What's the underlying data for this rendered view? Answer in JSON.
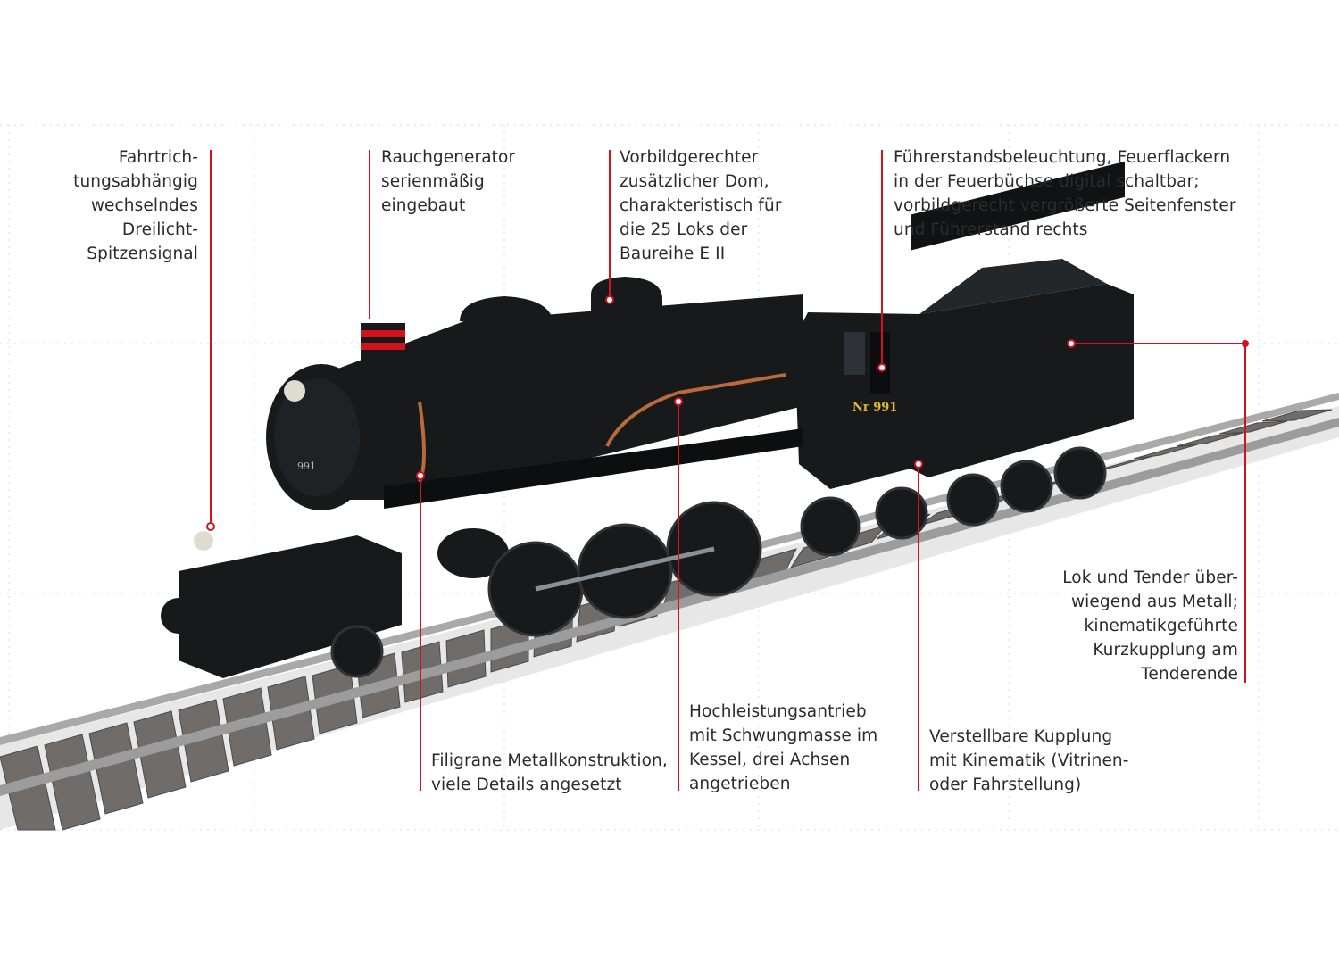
{
  "colors": {
    "callout_line": "#d3121f",
    "text": "#2b2b2b",
    "locomotive_body": "#17191b",
    "copper_piping": "#b86a3a",
    "sleepers": "#6f6c6a",
    "rails": "#a9a9a9",
    "grid": "#d9d9d9"
  },
  "callouts": [
    {
      "id": "signal",
      "icon": "callout-line",
      "lines": [
        "Fahrtrich-",
        "tungsabhängig",
        "wechselndes",
        "Dreilicht-",
        "Spitzensignal"
      ]
    },
    {
      "id": "smoke",
      "icon": "callout-line",
      "lines": [
        "Rauchgenerator",
        "serienmäßig",
        "eingebaut"
      ]
    },
    {
      "id": "dome",
      "icon": "callout-line",
      "lines": [
        "Vorbildgerechter",
        "zusätzlicher Dom,",
        "charakteristisch für",
        "die 25 Loks der",
        "Baureihe E II"
      ]
    },
    {
      "id": "cab",
      "icon": "callout-line",
      "lines": [
        "Führerstandsbeleuchtung, Feuerflackern",
        "in der Feuerbüchse digital schaltbar;",
        "vorbildgerecht vergrößerte Seitenfenster",
        "und Führerstand rechts"
      ]
    },
    {
      "id": "metal",
      "icon": "callout-line",
      "lines": [
        "Lok und Tender über-",
        "wiegend aus Metall;",
        "kinematikgeführte",
        "Kurzkupplung am",
        "Tenderende"
      ]
    },
    {
      "id": "filigree",
      "icon": "callout-line",
      "lines": [
        "Filigrane Metallkonstruktion,",
        "viele Details angesetzt"
      ]
    },
    {
      "id": "drive",
      "icon": "callout-line",
      "lines": [
        "Hochleistungsantrieb",
        "mit Schwungmasse im",
        "Kessel, drei Achsen",
        "angetrieben"
      ]
    },
    {
      "id": "coupling",
      "icon": "callout-line",
      "lines": [
        "Verstellbare Kupplung",
        "mit Kinematik (Vitrinen-",
        "oder Fahrstellung)"
      ]
    }
  ],
  "locomotive": {
    "cab_number": "Nr 991",
    "smokebox_number": "991",
    "icon": "steam-locomotive-illustration"
  }
}
